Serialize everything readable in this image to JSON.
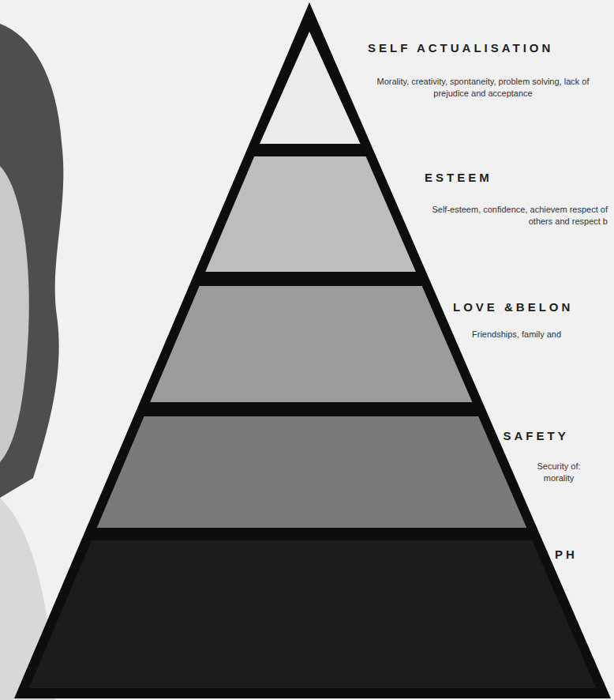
{
  "diagram": {
    "nodes": [
      {
        "text": [
          "SELF ACTUALISATION",
          "Morality, creativity, spontaneity, problem solving, lack of prejudice and acceptance"
        ]
      },
      {
        "text": [
          "ESTEEM",
          "Self-esteem, confidence, achievem respect of others and respect b"
        ]
      },
      {
        "text": [
          "LOVE &BELON",
          "Friendships, family and"
        ]
      },
      {
        "text": [
          "SAFETY",
          "Security of: morality"
        ]
      },
      {
        "text": [
          "PH"
        ]
      }
    ]
  }
}
